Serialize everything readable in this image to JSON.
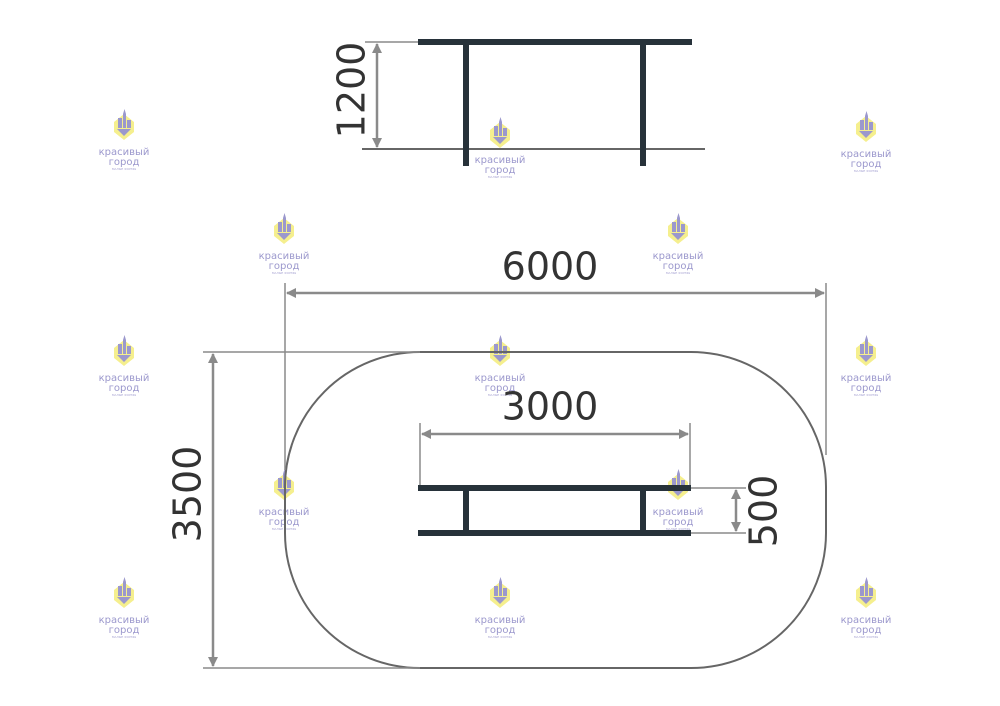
{
  "dimensions": {
    "height_elevation": "1200",
    "overall_length": "6000",
    "overall_width": "3500",
    "frame_length": "3000",
    "frame_width": "500"
  },
  "watermark": {
    "line1": "красивый",
    "line2": "город",
    "tagline": "МАЛЫЕ ФОРМЫ"
  },
  "colors": {
    "dimension_line": "#8a8a8a",
    "frame_steel": "#27323a",
    "outline": "#666666",
    "dimension_text": "#333333",
    "watermark_purple": "#8a86c4",
    "watermark_yellow": "#f4ec7a"
  }
}
